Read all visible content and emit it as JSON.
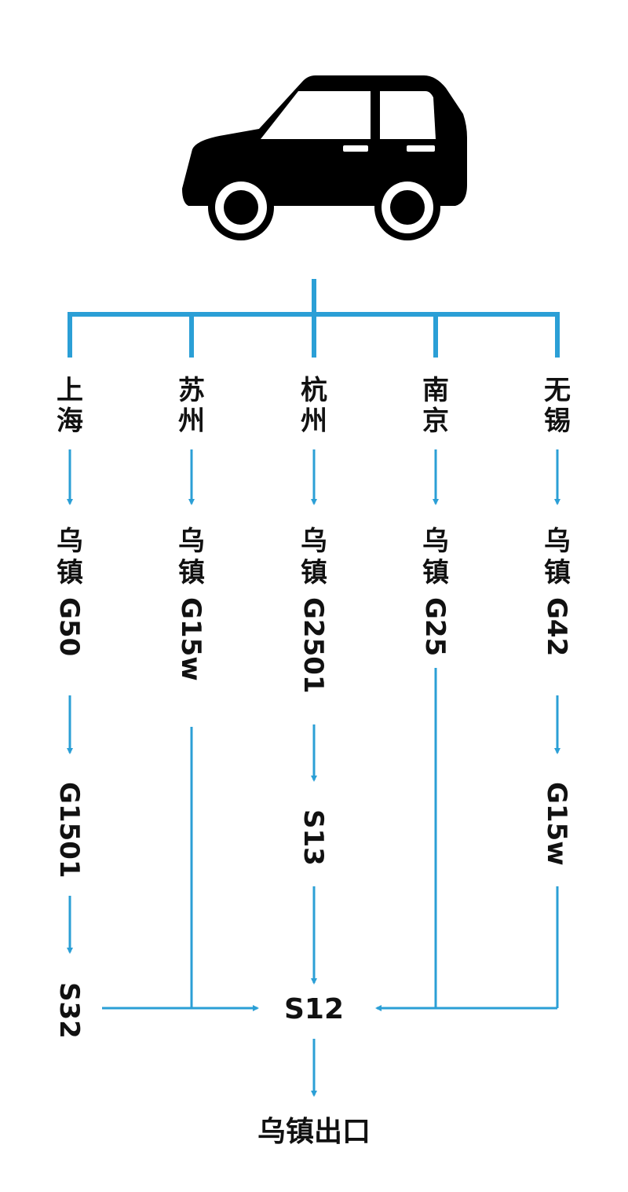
{
  "routes": [
    {
      "city": "上海",
      "stops": [
        "乌镇: G50",
        "G1501",
        "S32"
      ]
    },
    {
      "city": "苏州",
      "stops": [
        "乌镇: G15w"
      ]
    },
    {
      "city": "杭州",
      "stops": [
        "乌镇: G2501",
        "S13"
      ]
    },
    {
      "city": "南京",
      "stops": [
        "乌镇: G25"
      ]
    },
    {
      "city": "无锡",
      "stops": [
        "乌镇: G42",
        "G15w"
      ]
    }
  ],
  "junction": "S12",
  "exit": "乌镇出口",
  "icons": {
    "vehicle": "car-icon"
  },
  "colors": {
    "line": "#2b9fd6",
    "text": "#111111",
    "car": "#000000"
  }
}
